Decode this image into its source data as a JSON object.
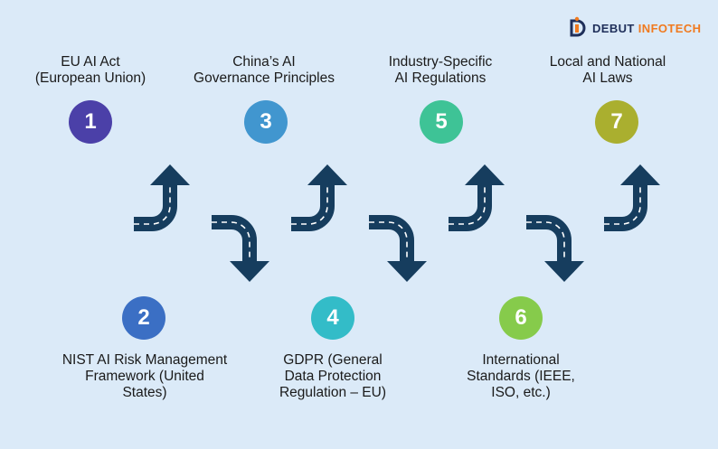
{
  "brand": {
    "name_part1": "DEBUT",
    "name_part2": "INFOTECH",
    "color_dark": "#1f2f5a",
    "color_accent": "#f07a1f",
    "icon": "debut-logo-icon"
  },
  "arrow_color": "#163d5e",
  "items": [
    {
      "number": "1",
      "label": "EU AI Act\n(European Union)",
      "color": "#4b40a8"
    },
    {
      "number": "2",
      "label": "NIST AI Risk Management\nFramework (United\nStates)",
      "color": "#3b6fc4"
    },
    {
      "number": "3",
      "label": "China’s AI\nGovernance Principles",
      "color": "#4196cf"
    },
    {
      "number": "4",
      "label": "GDPR (General\nData Protection\nRegulation – EU)",
      "color": "#33bcc8"
    },
    {
      "number": "5",
      "label": "Industry-Specific\nAI Regulations",
      "color": "#3ec396"
    },
    {
      "number": "6",
      "label": "International\nStandards (IEEE,\nISO, etc.)",
      "color": "#86cb4b"
    },
    {
      "number": "7",
      "label": "Local and National\nAI Laws",
      "color": "#aaaf2f"
    }
  ]
}
